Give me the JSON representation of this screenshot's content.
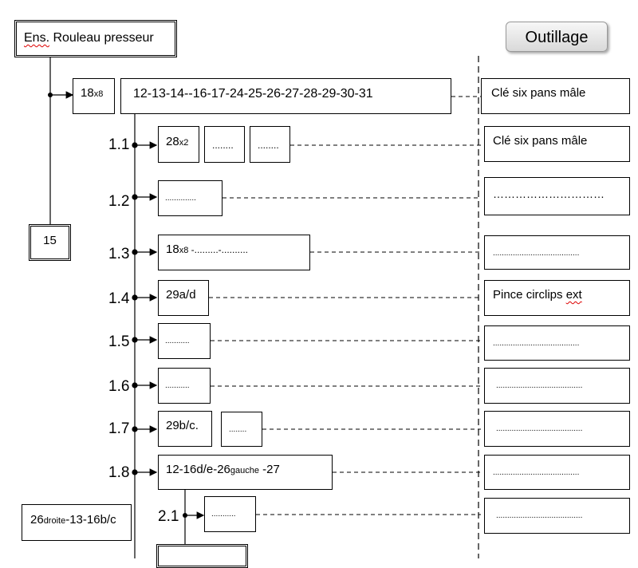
{
  "title": {
    "prefix": "Ens.",
    "rest": " Rouleau presseur"
  },
  "outillage_button": "Outillage",
  "box_15": "15",
  "main_parts": {
    "qty": "18",
    "qty_sub": "x8",
    "list": "12-13-14--16-17-24-25-26-27-28-29-30-31"
  },
  "main_tool": "Clé six pans mâle",
  "steps": [
    {
      "label": "1.1",
      "parts": [
        {
          "main": "28",
          "sub": "x2"
        },
        {
          "main": "........"
        },
        {
          "main": "........"
        }
      ],
      "tool": "Clé six pans mâle"
    },
    {
      "label": "1.2",
      "parts": [
        {
          "main": ".............."
        }
      ],
      "tool": "…………………………"
    },
    {
      "label": "1.3",
      "parts": [
        {
          "main": "18",
          "sub": "x8",
          "tail": "  -.........-.........."
        }
      ],
      "tool": "......................................."
    },
    {
      "label": "1.4",
      "parts": [
        {
          "main": "29a/d"
        }
      ],
      "tool": "Pince circlips ext"
    },
    {
      "label": "1.5",
      "parts": [
        {
          "main": "..........."
        }
      ],
      "tool": "......................................."
    },
    {
      "label": "1.6",
      "parts": [
        {
          "main": "..........."
        }
      ],
      "tool": "......................................."
    },
    {
      "label": "1.7",
      "parts": [
        {
          "main": "29b/c."
        },
        {
          "main": "........"
        }
      ],
      "tool": "......................................."
    },
    {
      "label": "1.8",
      "parts": [
        {
          "main": "12-16d/e-26",
          "sub": "gauche",
          "tail": " -27"
        }
      ],
      "tool": "......................................."
    },
    {
      "label": "2.1",
      "parts": [
        {
          "main": "..........."
        }
      ],
      "tool": "......................................."
    }
  ],
  "side_box": {
    "main": "26",
    "sub": "droite",
    "tail": "-13-16b/c"
  }
}
